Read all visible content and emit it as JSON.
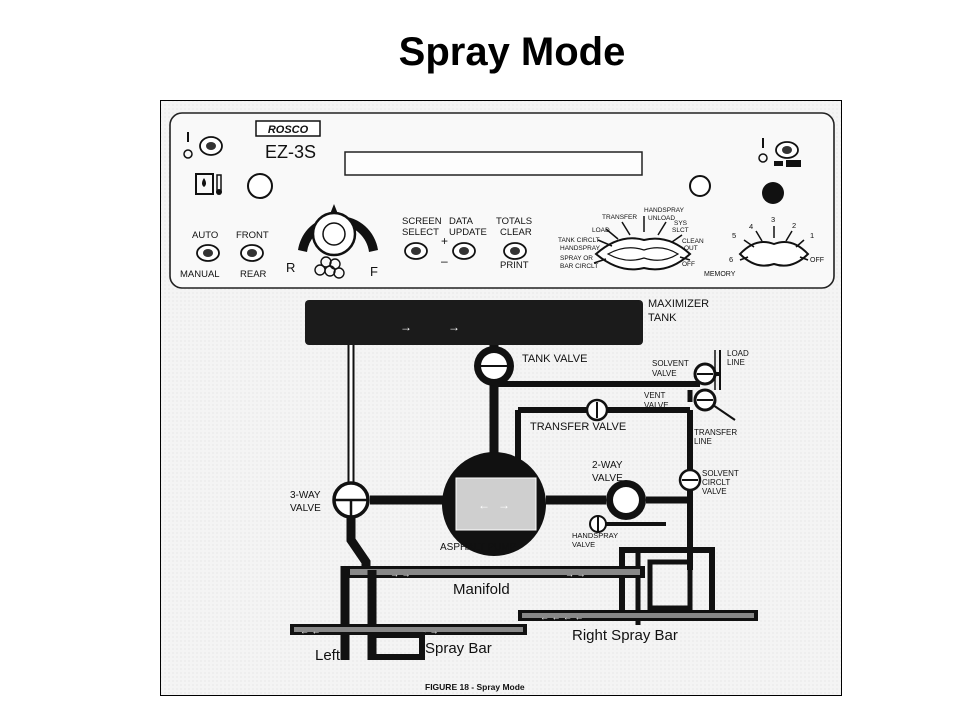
{
  "slide": {
    "title": "Spray Mode"
  },
  "figure": {
    "caption": "FIGURE 18 - Spray Mode",
    "panel": {
      "brand": "ROSCO",
      "model": "EZ-3S",
      "switches": {
        "auto": "AUTO",
        "manual": "MANUAL",
        "front": "FRONT",
        "rear": "REAR",
        "reverse": "R",
        "forward": "F",
        "screen_select": [
          "SCREEN",
          "SELECT"
        ],
        "data_update": [
          "DATA",
          "UPDATE"
        ],
        "plus": "+",
        "minus": "–",
        "totals_clear": [
          "TOTALS",
          "CLEAR"
        ],
        "print": "PRINT"
      },
      "mode_dial": {
        "transfer": "TRANSFER",
        "handspray_unload": [
          "HANDSPRAY",
          "UNLOAD"
        ],
        "load": "LOAD",
        "sys_slct": [
          "SYS",
          "SLCT"
        ],
        "tank_circlt": "TANK CIRCLT",
        "handspray": "HANDSPRAY",
        "clean_out": [
          "CLEAN",
          "OUT"
        ],
        "spray_or": "SPRAY OR",
        "bar_circlt": "BAR CIRCLT",
        "off": "OFF"
      },
      "memory_dial": {
        "positions": [
          "5",
          "4",
          "3",
          "2",
          "1",
          "6",
          "OFF"
        ],
        "label": "MEMORY"
      }
    },
    "labels": {
      "maximizer": "MAXIMIZER",
      "tank": "TANK",
      "tank_valve": "TANK VALVE",
      "solvent_valve": [
        "SOLVENT",
        "VALVE"
      ],
      "load_line": [
        "LOAD",
        "LINE"
      ],
      "vent_valve": [
        "VENT",
        "VALVE"
      ],
      "transfer_valve": "TRANSFER VALVE",
      "transfer_line": [
        "TRANSFER",
        "LINE"
      ],
      "two_way_valve": [
        "2-WAY",
        "VALVE"
      ],
      "solvent_circlt_valve": [
        "SOLVENT",
        "CIRCLT",
        "VALVE"
      ],
      "three_way_valve": [
        "3-WAY",
        "VALVE"
      ],
      "asphalt_pump": "ASPHALT PUMP",
      "handspray_valve": [
        "HANDSPRAY",
        "VALVE"
      ],
      "manifold": "Manifold",
      "right_spray_bar": "Right Spray Bar",
      "left": "Left",
      "spray_bar": "Spray Bar"
    }
  }
}
